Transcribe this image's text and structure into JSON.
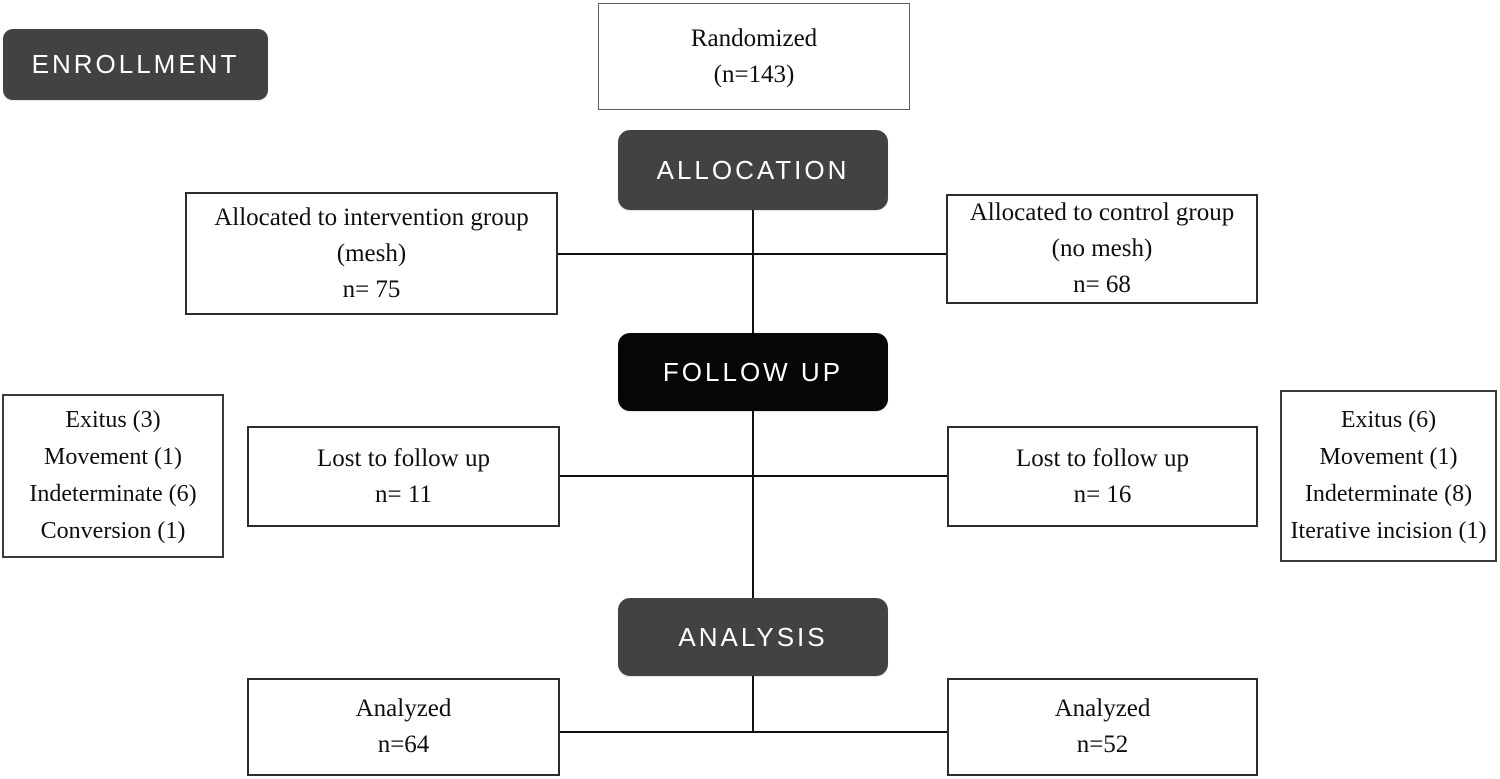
{
  "figure": {
    "type": "consort-randomized-trial-flow-diagram",
    "stages": {
      "enrollment": "ENROLLMENT",
      "allocation": "ALLOCATION",
      "followup": "FOLLOW UP",
      "analysis": "ANALYSIS"
    },
    "boxes": {
      "randomized": {
        "lines": [
          "Randomized",
          "(n=143)"
        ]
      },
      "alloc_left": {
        "lines": [
          "Allocated to intervention group",
          "(mesh)",
          "n= 75"
        ]
      },
      "alloc_right": {
        "lines": [
          "Allocated to control group",
          "(no mesh)",
          "n= 68"
        ]
      },
      "lost_left": {
        "lines": [
          "Lost to follow up",
          "n= 11"
        ]
      },
      "lost_right": {
        "lines": [
          "Lost to follow up",
          "n= 16"
        ]
      },
      "reasons_left": {
        "lines": [
          "Exitus (3)",
          "Movement (1)",
          "Indeterminate (6)",
          "Conversion (1)"
        ]
      },
      "reasons_right": {
        "lines": [
          "Exitus (6)",
          "Movement (1)",
          "Indeterminate (8)",
          "Iterative incision (1)"
        ]
      },
      "analyzed_left": {
        "lines": [
          "Analyzed",
          "n=64"
        ]
      },
      "analyzed_right": {
        "lines": [
          "Analyzed",
          "n=52"
        ]
      }
    },
    "colors": {
      "stage_badge_bg": "#424242",
      "followup_badge_bg": "#060606",
      "badge_text": "#ffffff",
      "box_border": "#2c2c2c",
      "connector_line": "#111111",
      "background": "#ffffff"
    }
  }
}
